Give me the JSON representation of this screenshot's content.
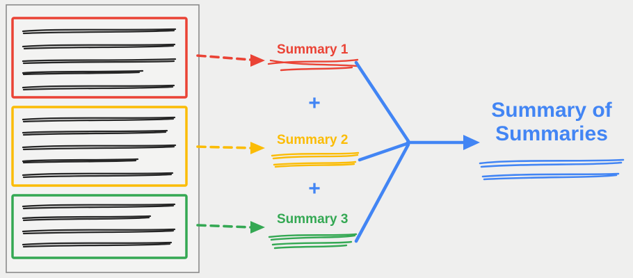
{
  "diagram": {
    "summaries": [
      {
        "label": "Summary 1",
        "color": "#EA4335"
      },
      {
        "label": "Summary 2",
        "color": "#FBBC05"
      },
      {
        "label": "Summary 3",
        "color": "#34A853"
      }
    ],
    "operators": {
      "plus1": "+",
      "plus2": "+"
    },
    "result": {
      "line1": "Summary of",
      "line2": "Summaries",
      "color": "#4285F4"
    },
    "colors": {
      "red": "#EA4335",
      "yellow": "#FBBC05",
      "green": "#34A853",
      "blue": "#4285F4",
      "ink": "#262626",
      "document_border": "#8a8a8a",
      "background": "#efefee"
    }
  }
}
